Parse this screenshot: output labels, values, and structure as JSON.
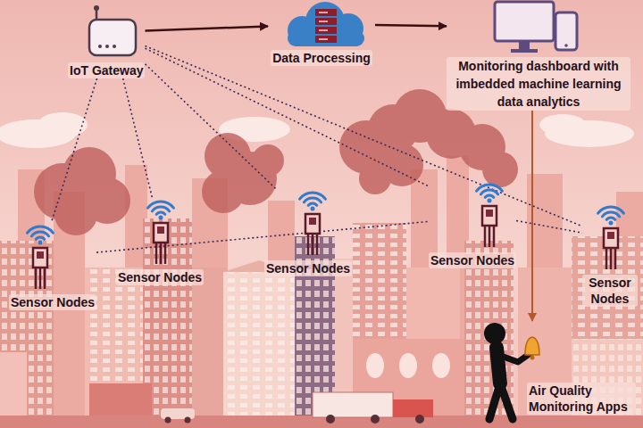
{
  "diagram": {
    "nodes": [
      {
        "text": [
          "IoT Gateway"
        ]
      },
      {
        "text": [
          "Data Processing"
        ]
      },
      {
        "text": [
          "Monitoring dashboard with imbedded machine learning data analytics"
        ]
      },
      {
        "text": [
          "Sensor Nodes"
        ]
      },
      {
        "text": [
          "Sensor Nodes"
        ]
      },
      {
        "text": [
          "Sensor Nodes"
        ]
      },
      {
        "text": [
          "Sensor Nodes"
        ]
      },
      {
        "text": [
          "Sensor Nodes"
        ]
      },
      {
        "text": [
          "Air Quality Monitoring Apps"
        ]
      }
    ],
    "edges": [
      {
        "from": 0,
        "to": 1,
        "arrow": "to"
      },
      {
        "from": 1,
        "to": 2,
        "arrow": "to"
      },
      {
        "from": 2,
        "to": 8,
        "arrow": "to"
      },
      {
        "from": 0,
        "to": 3,
        "arrow": "none"
      },
      {
        "from": 0,
        "to": 4,
        "arrow": "none"
      },
      {
        "from": 0,
        "to": 5,
        "arrow": "none"
      },
      {
        "from": 0,
        "to": 6,
        "arrow": "none"
      },
      {
        "from": 0,
        "to": 7,
        "arrow": "none"
      },
      {
        "from": 3,
        "to": 6,
        "arrow": "none"
      },
      {
        "from": 6,
        "to": 7,
        "arrow": "none"
      }
    ]
  }
}
